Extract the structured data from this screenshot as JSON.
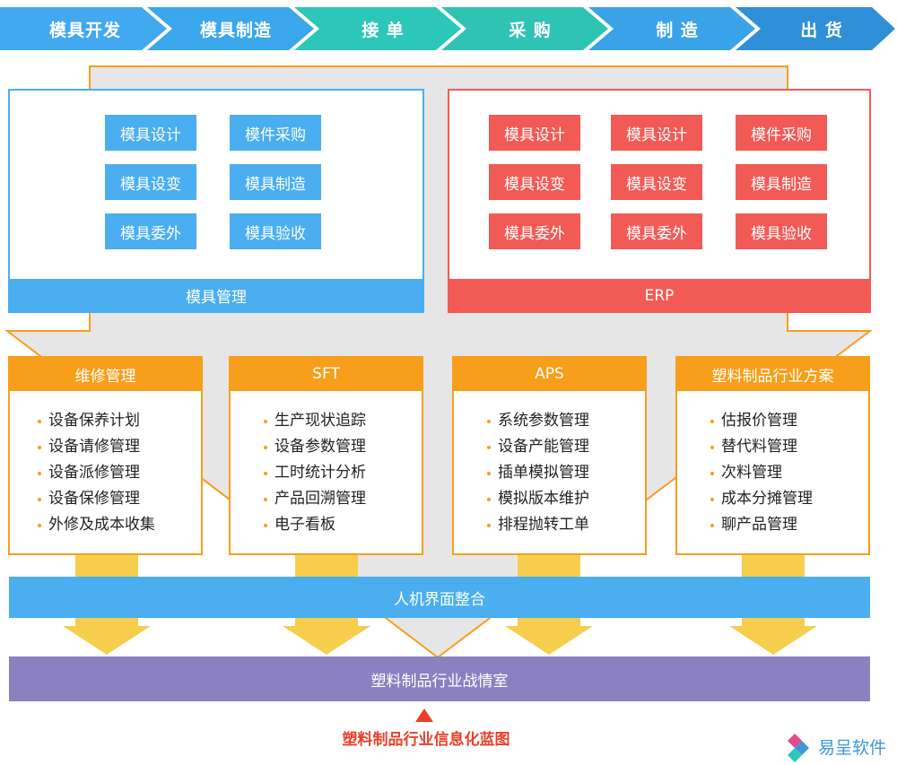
{
  "process_steps": [
    "模具开发",
    "模具制造",
    "接  单",
    "采  购",
    "制  造",
    "出  货"
  ],
  "step_colors": [
    "#42a8ef",
    "#3aa6ec",
    "#2dc7b9",
    "#2fc3b4",
    "#3aa2e8",
    "#2f8fd7"
  ],
  "mold_panel": {
    "title": "模具管理",
    "items": [
      "模具设计",
      "模件采购",
      "模具设变",
      "模具制造",
      "模具委外",
      "模具验收"
    ],
    "color": "#4aaef0"
  },
  "erp_panel": {
    "title": "ERP",
    "items": [
      "模具设计",
      "模具设计",
      "模件采购",
      "模具设变",
      "模具设变",
      "模具制造",
      "模具委外",
      "模具委外",
      "模具验收"
    ],
    "color": "#f25a55"
  },
  "modules": [
    {
      "title": "维修管理",
      "items": [
        "设备保养计划",
        "设备请修管理",
        "设备派修管理",
        "设备保修管理",
        "外修及成本收集"
      ]
    },
    {
      "title": "SFT",
      "items": [
        "生产现状追踪",
        "设备参数管理",
        "工时统计分析",
        "产品回溯管理",
        "电子看板"
      ]
    },
    {
      "title": "APS",
      "items": [
        "系统参数管理",
        "设备产能管理",
        "插单模拟管理",
        "模拟版本维护",
        "排程抛转工单"
      ]
    },
    {
      "title": "塑料制品行业方案",
      "items": [
        "估报价管理",
        "替代料管理",
        "次料管理",
        "成本分摊管理",
        "聊产品管理"
      ]
    }
  ],
  "hmi_bar": {
    "label": "人机界面整合",
    "color": "#4aaef0"
  },
  "war_room_bar": {
    "label": "塑料制品行业战情室",
    "color": "#8b80c0"
  },
  "caption": "塑料制品行业信息化蓝图",
  "logo": {
    "text": "易呈软件"
  },
  "colors": {
    "accent_orange": "#f79e1b",
    "arrow_yellow": "#f7cd4e",
    "funnel_gray": "#e6e6e6"
  }
}
